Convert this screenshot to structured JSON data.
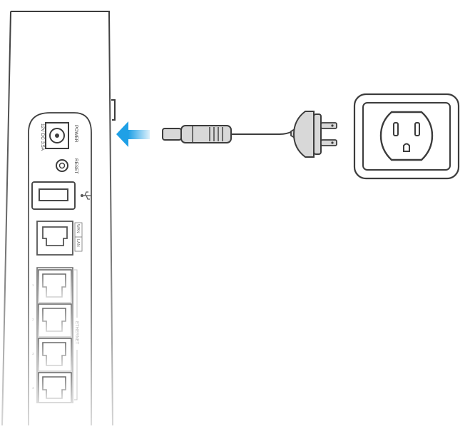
{
  "router": {
    "power_label": "POWER",
    "dc_label": "12V DC 3.5A",
    "reset_label": "RESET",
    "lan_wan_label": "LAN/WAN",
    "lan_label": "LAN",
    "wan_label": "WAN",
    "ethernet_label": "ETHERNET",
    "port_numbers": [
      "1",
      "2",
      "3",
      "4"
    ]
  },
  "icons": {
    "usb": "usb-icon",
    "arrow": "arrow-left-icon",
    "outlet": "power-outlet-icon",
    "plug": "power-plug-icon"
  },
  "colors": {
    "arrow": "#1fa0e6",
    "line": "#3c3c3c",
    "faint": "#bdbdbd",
    "plug_body": "#d8d8d8"
  }
}
